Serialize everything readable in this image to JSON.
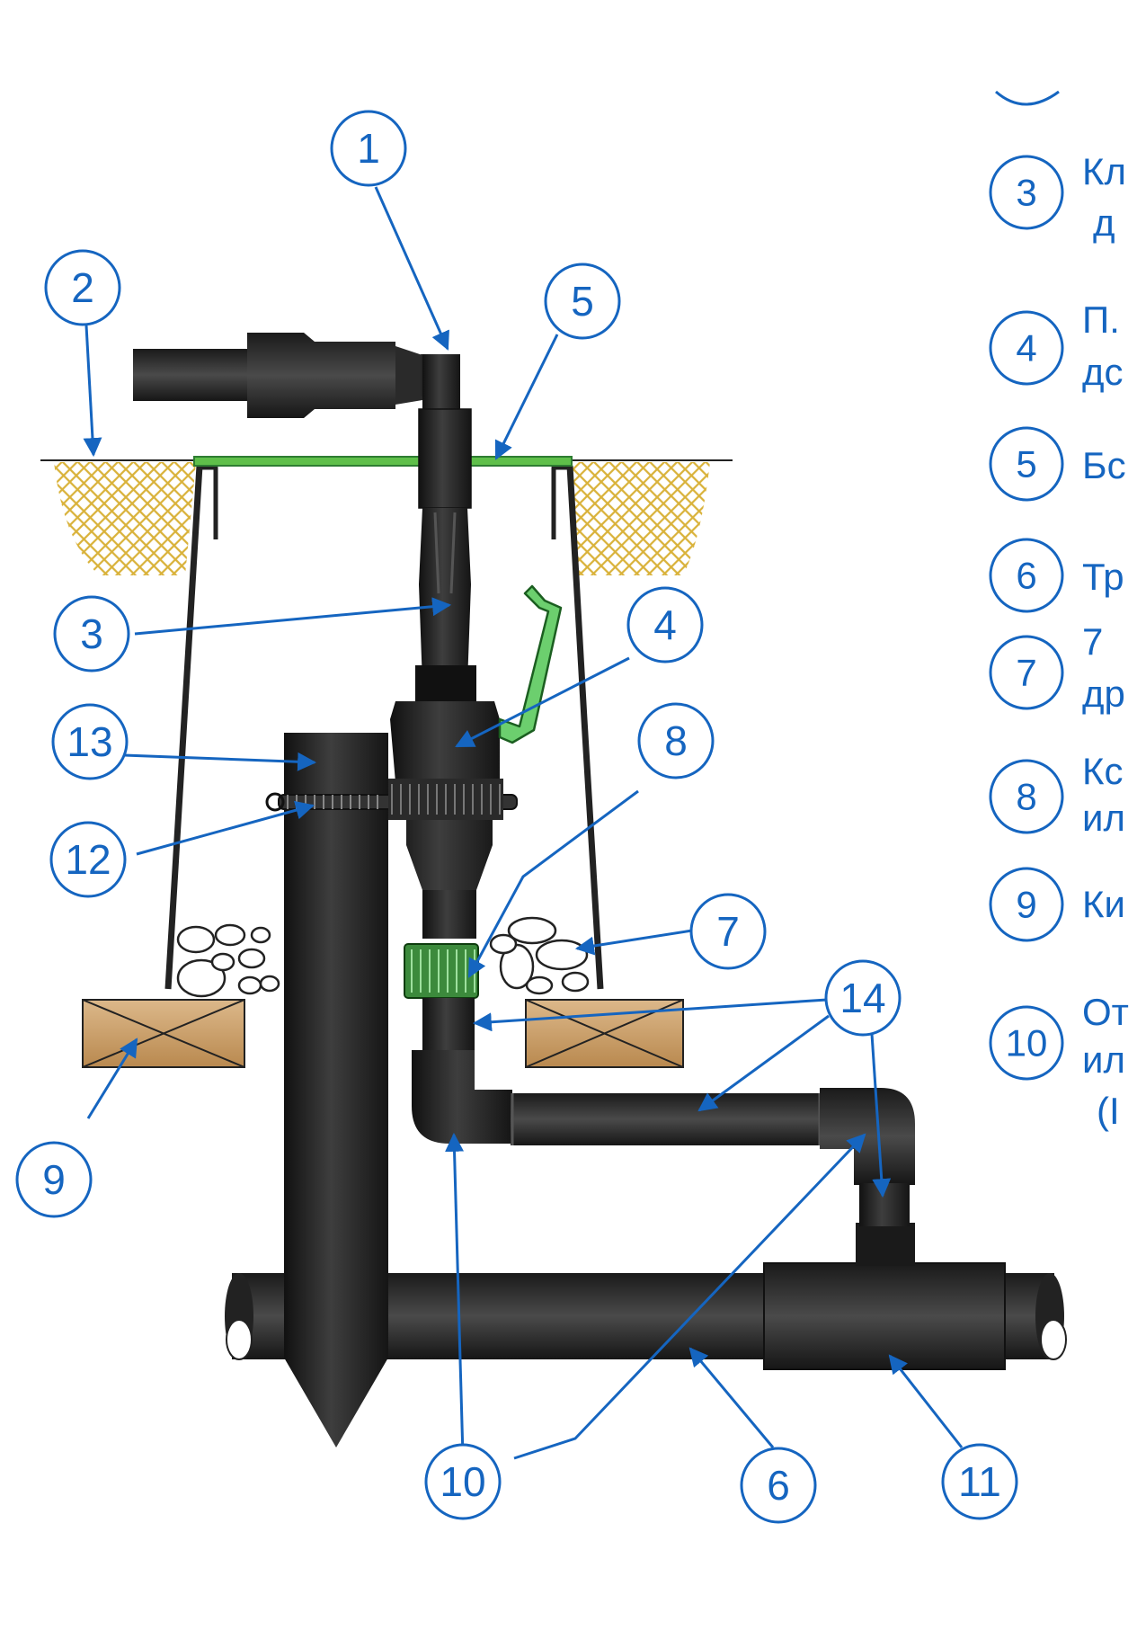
{
  "diagram": {
    "colors": {
      "accent": "#1565c0",
      "pipe": "#2b2b2b",
      "soil": "#d9b23a",
      "wood": "#c9a06e",
      "lid": "#5fbf4a",
      "green_part": "#6ccf6e"
    },
    "callouts": [
      "1",
      "2",
      "3",
      "4",
      "5",
      "6",
      "7",
      "8",
      "9",
      "10",
      "10",
      "11",
      "12",
      "13",
      "14"
    ],
    "legend": [
      {
        "num": "3",
        "lines": [
          "Кл",
          "д"
        ]
      },
      {
        "num": "4",
        "lines": [
          "П.",
          "дс"
        ]
      },
      {
        "num": "5",
        "lines": [
          "Бс"
        ]
      },
      {
        "num": "6",
        "lines": [
          "Тр"
        ]
      },
      {
        "num": "7",
        "lines": [
          "7",
          "др"
        ]
      },
      {
        "num": "8",
        "lines": [
          "Кс",
          "ил"
        ]
      },
      {
        "num": "9",
        "lines": [
          "Ки"
        ]
      },
      {
        "num": "10",
        "lines": [
          "От",
          "ил",
          "(I"
        ]
      }
    ]
  }
}
